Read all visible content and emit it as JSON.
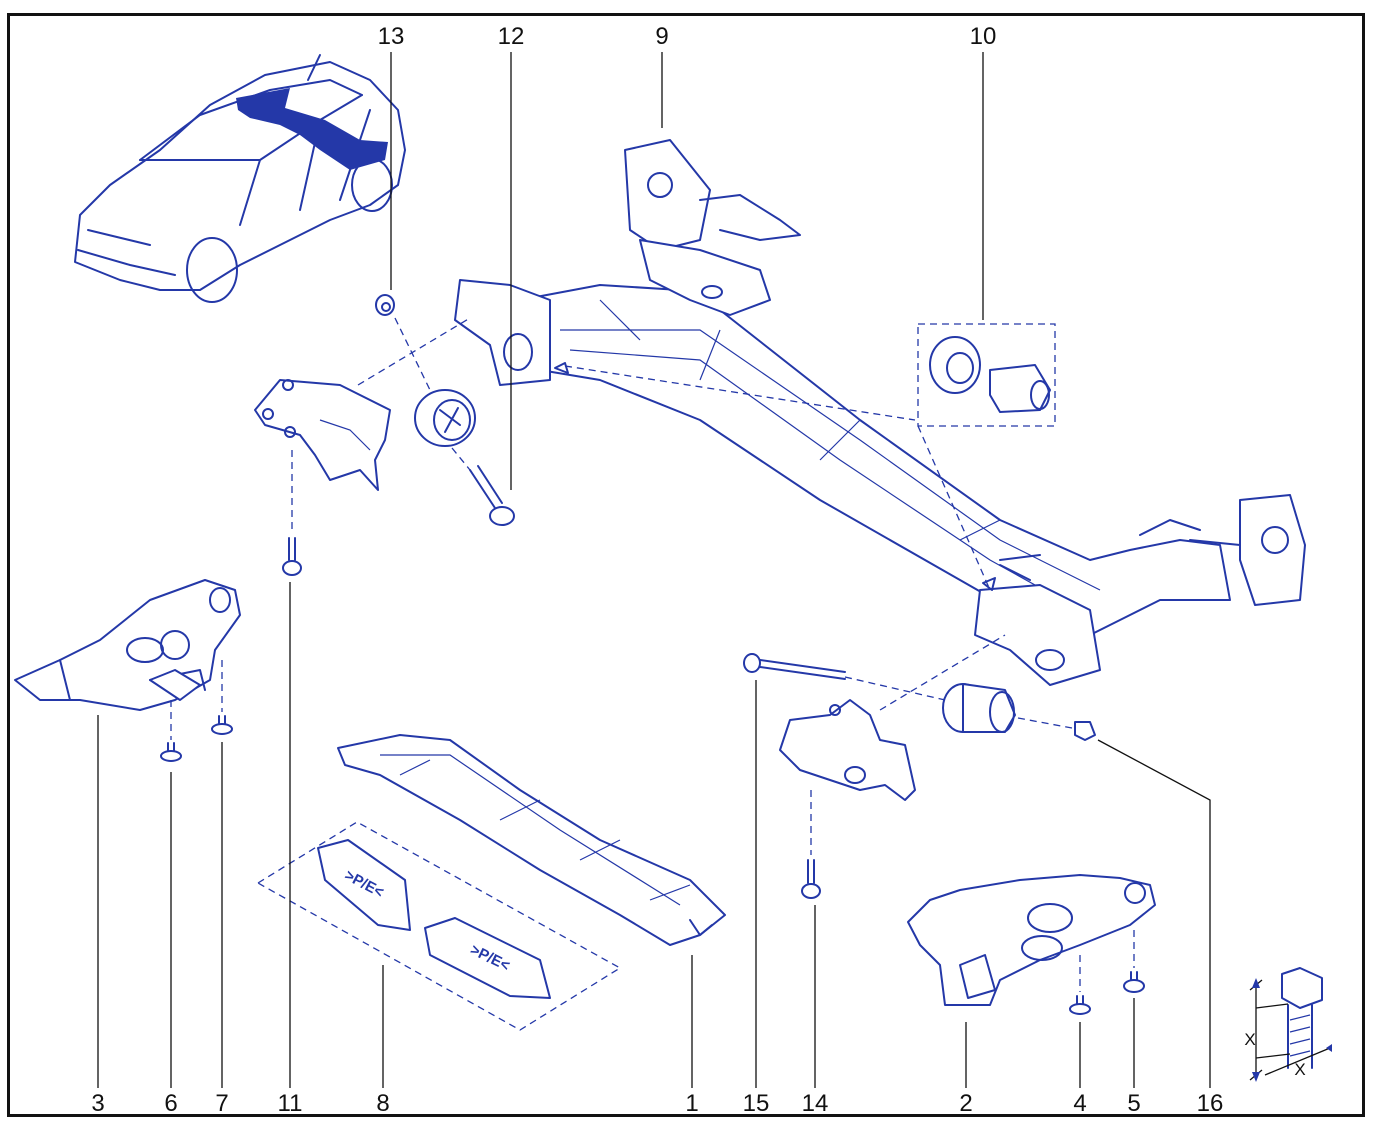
{
  "callouts": [
    {
      "id": "c13",
      "text": "13"
    },
    {
      "id": "c12",
      "text": "12"
    },
    {
      "id": "c9",
      "text": "9"
    },
    {
      "id": "c10",
      "text": "10"
    },
    {
      "id": "c3",
      "text": "3"
    },
    {
      "id": "c6",
      "text": "6"
    },
    {
      "id": "c7",
      "text": "7"
    },
    {
      "id": "c11",
      "text": "11"
    },
    {
      "id": "c8",
      "text": "8"
    },
    {
      "id": "c1",
      "text": "1"
    },
    {
      "id": "c15",
      "text": "15"
    },
    {
      "id": "c14",
      "text": "14"
    },
    {
      "id": "c2",
      "text": "2"
    },
    {
      "id": "c4",
      "text": "4"
    },
    {
      "id": "c5",
      "text": "5"
    },
    {
      "id": "c16",
      "text": "16"
    }
  ],
  "shield_marking": ">P/E<",
  "detail_labels": {
    "length": "X",
    "width": "X"
  },
  "colors": {
    "line": "#2438a8",
    "text": "#111111",
    "background": "#ffffff"
  }
}
